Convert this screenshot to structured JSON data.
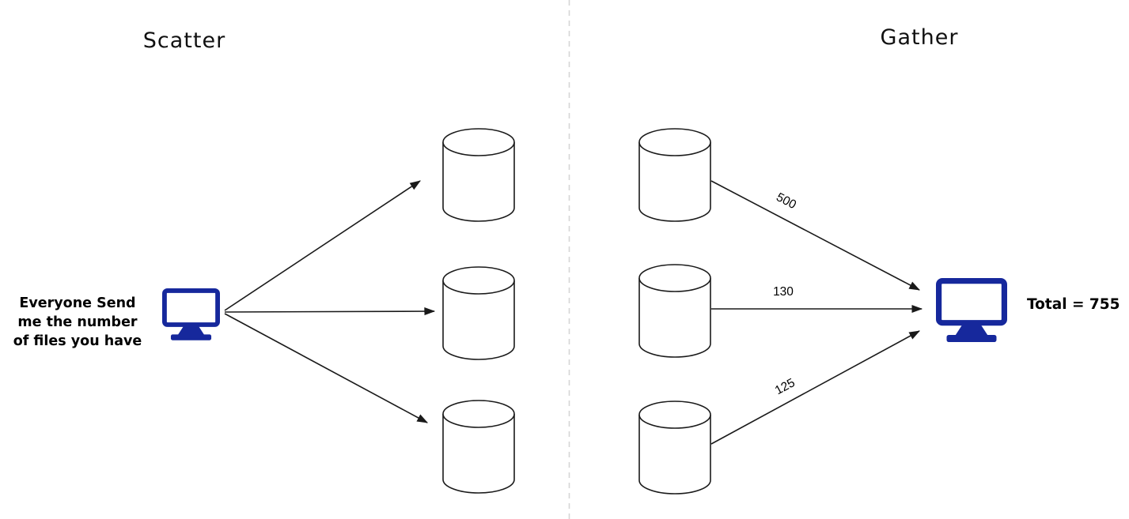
{
  "colors": {
    "accent": "#16289c",
    "line": "#1a1a1a",
    "divider": "#d6d6d6"
  },
  "scatter": {
    "title": "Scatter",
    "caption_lines": [
      "Everyone Send",
      "me the number",
      "of files you have"
    ],
    "master_icon": "computer-monitor-icon",
    "node_icon": "database-cylinder-icon",
    "node_count": 3
  },
  "gather": {
    "title": "Gather",
    "edge_labels": [
      "500",
      "130",
      "125"
    ],
    "total_label": "Total = 755",
    "master_icon": "computer-monitor-icon",
    "node_icon": "database-cylinder-icon",
    "node_count": 3
  }
}
